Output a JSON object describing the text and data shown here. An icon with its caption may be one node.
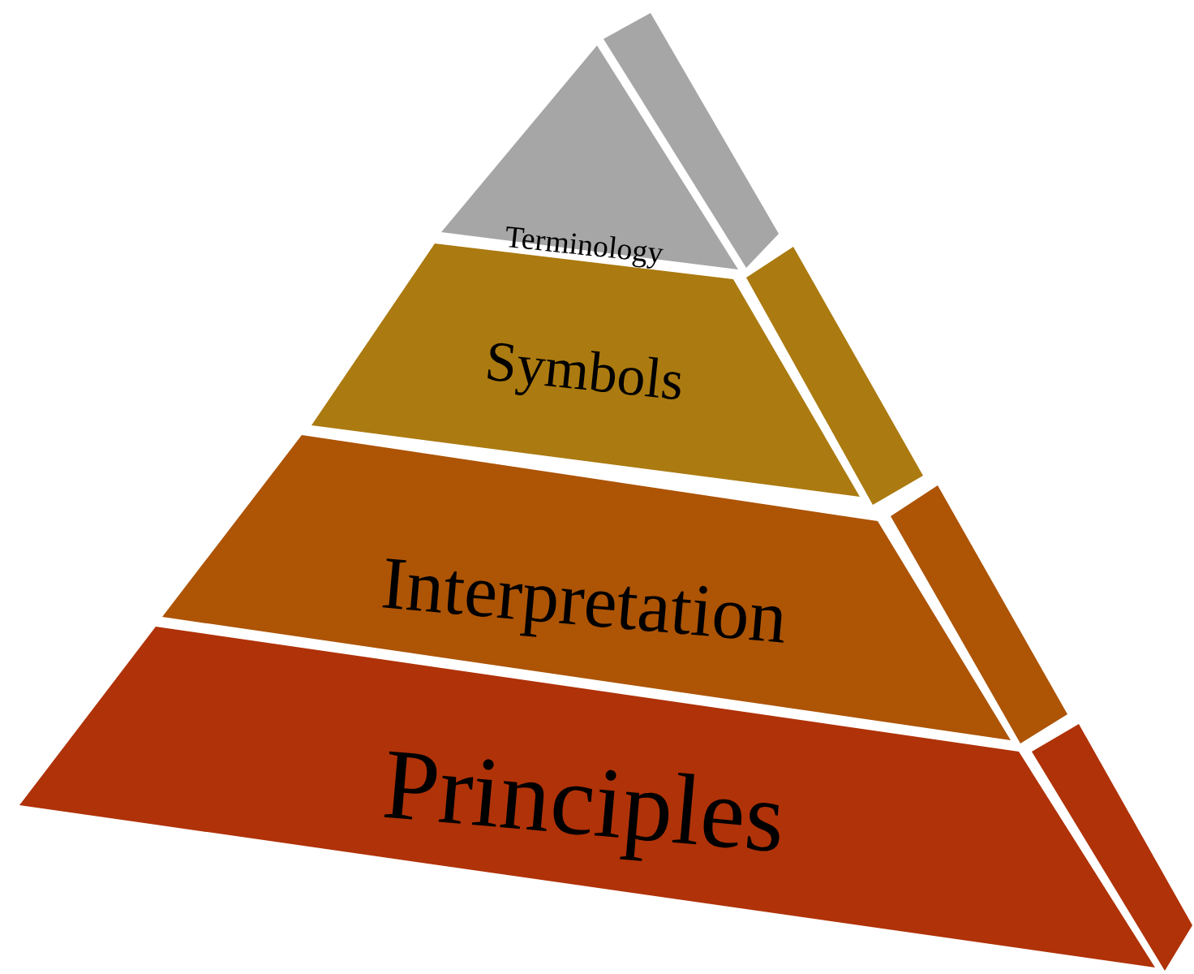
{
  "diagram": {
    "nodes": [
      {
        "text": [
          "Terminology"
        ]
      },
      {
        "text": [
          "Symbols"
        ]
      },
      {
        "text": [
          "Interpretation"
        ]
      },
      {
        "text": [
          "Principles"
        ]
      }
    ]
  }
}
